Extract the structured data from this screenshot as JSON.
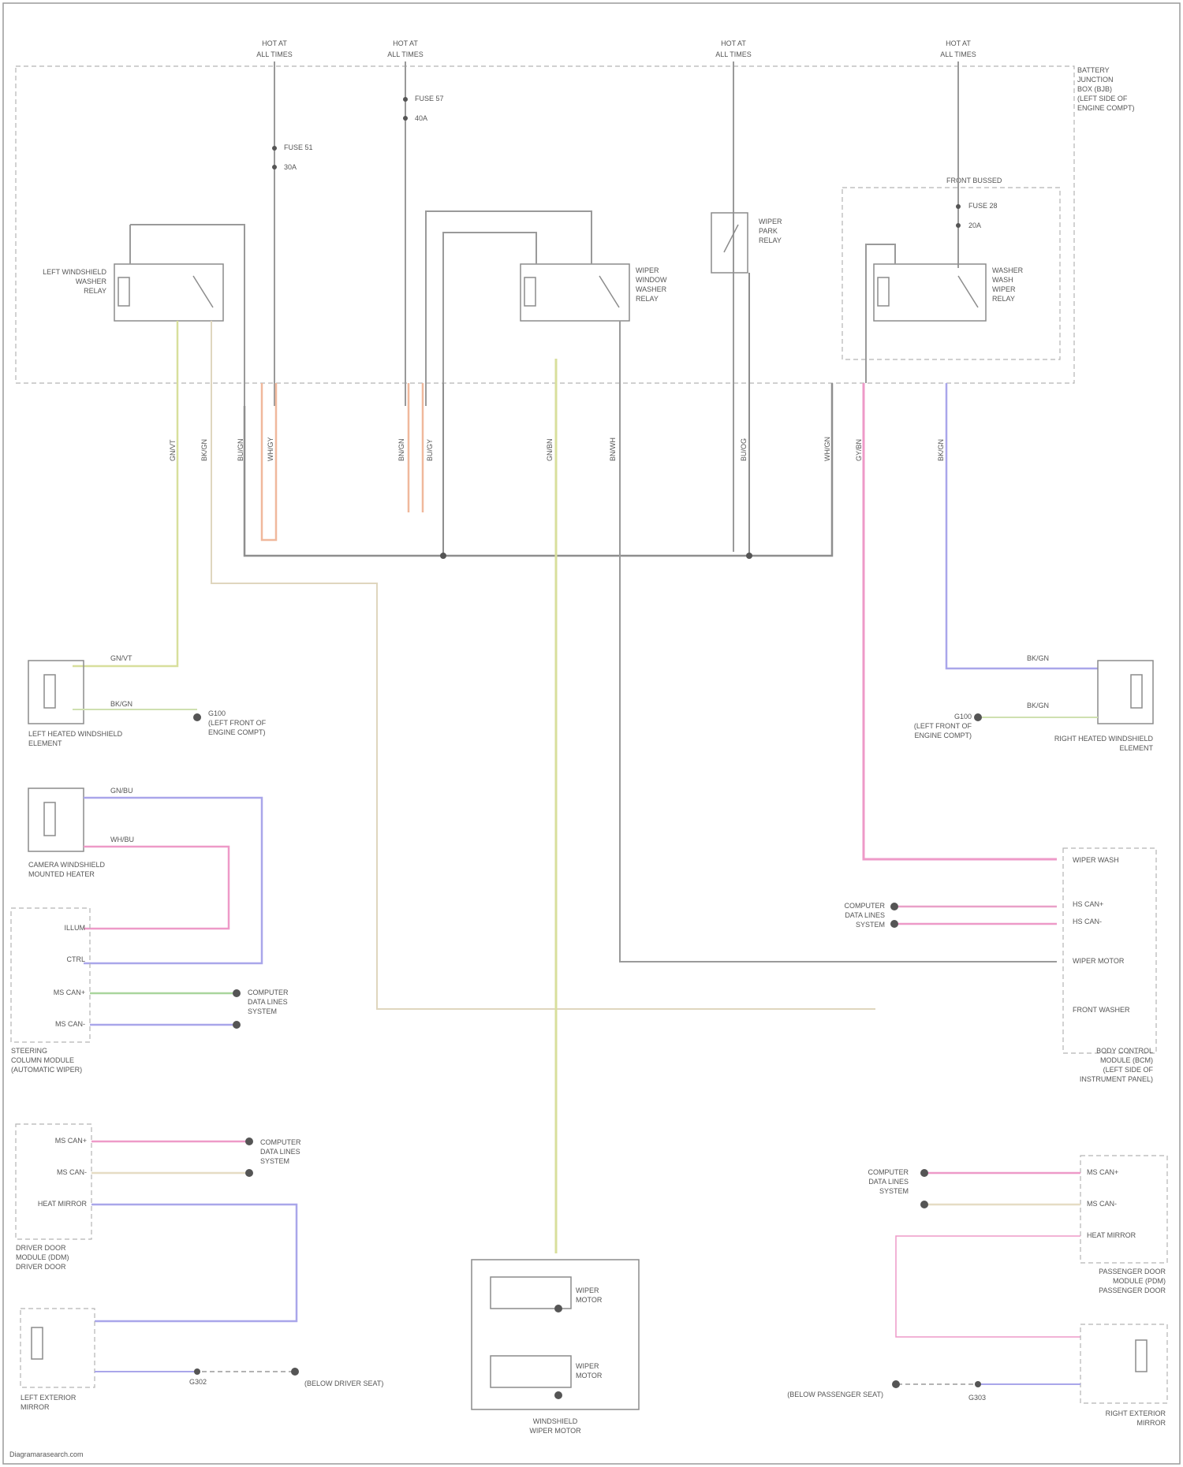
{
  "power_feeds": [
    {
      "line1": "HOT AT",
      "line2": "ALL TIMES"
    },
    {
      "line1": "HOT AT",
      "line2": "ALL TIMES"
    },
    {
      "line1": "HOT AT",
      "line2": "ALL TIMES"
    },
    {
      "line1": "HOT AT",
      "line2": "ALL TIMES"
    }
  ],
  "fuses": {
    "fuse_a": {
      "name": "FUSE 51",
      "rating": "30A"
    },
    "fuse_b": {
      "name": "FUSE 57",
      "rating": "40A"
    },
    "fuse_c": {
      "name": "FUSE 28",
      "rating": "20A"
    }
  },
  "junction_box": {
    "line1": "BATTERY",
    "line2": "JUNCTION",
    "line3": "BOX (BJB)",
    "line4": "(LEFT SIDE OF",
    "line5": "ENGINE COMPT)"
  },
  "fuse_box_label": "FRONT BUSSED",
  "relays": {
    "left_washer_heater": {
      "line1": "LEFT WINDSHIELD",
      "line2": "WASHER",
      "line3": "RELAY"
    },
    "wiper_wash": {
      "line1": "WIPER",
      "line2": "WINDOW",
      "line3": "WASHER",
      "line4": "RELAY"
    },
    "wiper_park": {
      "line1": "WIPER",
      "line2": "PARK",
      "line3": "RELAY"
    },
    "right_washer": {
      "line1": "WASHER",
      "line2": "WASH",
      "line3": "WIPER",
      "line4": "RELAY"
    }
  },
  "ground_labels": {
    "g1": {
      "line1": "G100",
      "line2": "(LEFT FRONT OF",
      "line3": "ENGINE COMPT)"
    },
    "g2": {
      "line1": "G100",
      "line2": "(LEFT FRONT OF",
      "line3": "ENGINE COMPT)"
    },
    "g3": "G302",
    "g4": "G303",
    "g5": "(BELOW DRIVER SEAT)",
    "g6": "(BELOW PASSENGER SEAT)"
  },
  "components": {
    "left_nozzle": {
      "line1": "LEFT HEATED WINDSHIELD",
      "line2": "ELEMENT"
    },
    "right_nozzle": {
      "line1": "RIGHT HEATED WINDSHIELD",
      "line2": "ELEMENT"
    },
    "camera_heater": {
      "line1": "CAMERA WINDSHIELD",
      "line2": "MOUNTED HEATER"
    },
    "left_module": {
      "line1": "STEERING",
      "line2": "COLUMN MODULE",
      "line3": "(AUTOMATIC WIPER)"
    },
    "driver_module": {
      "line1": "DRIVER DOOR",
      "line2": "MODULE (DDM)",
      "line3": "DRIVER DOOR"
    },
    "left_sensor": {
      "line1": "LEFT EXTERIOR",
      "line2": "MIRROR"
    },
    "center_motor": {
      "line1": "WINDSHIELD",
      "line2": "WIPER MOTOR"
    },
    "motor_upper": {
      "line1": "WIPER",
      "line2": "MOTOR"
    },
    "motor_lower": {
      "line1": "WIPER",
      "line2": "MOTOR"
    },
    "right_module": {
      "line1": "BODY CONTROL",
      "line2": "MODULE (BCM)",
      "line3": "(LEFT SIDE OF",
      "line4": "INSTRUMENT PANEL)"
    },
    "passenger_module": {
      "line1": "PASSENGER DOOR",
      "line2": "MODULE (PDM)",
      "line3": "PASSENGER DOOR"
    },
    "right_sensor": {
      "line1": "RIGHT EXTERIOR",
      "line2": "MIRROR"
    }
  },
  "data_lines": {
    "left_can": {
      "line1": "COMPUTER",
      "line2": "DATA LINES",
      "line3": "SYSTEM"
    },
    "left_can2": {
      "line1": "COMPUTER",
      "line2": "DATA LINES",
      "line3": "SYSTEM"
    },
    "right_can": {
      "line1": "COMPUTER",
      "line2": "DATA LINES",
      "line3": "SYSTEM"
    },
    "right_can2": {
      "line1": "COMPUTER",
      "line2": "DATA LINES",
      "line3": "SYSTEM"
    }
  },
  "pins": {
    "lm1": "ILLUM",
    "lm2": "CTRL",
    "lm3": "MS CAN+",
    "lm4": "MS CAN-",
    "dd1": "MS CAN+",
    "dd2": "MS CAN-",
    "dd3": "HEAT MIRROR",
    "rm1": "WIPER WASH",
    "rm2": "HS CAN+",
    "rm3": "HS CAN-",
    "rm4": "WIPER MOTOR",
    "rm5": "FRONT WASHER",
    "pd1": "MS CAN+",
    "pd2": "MS CAN-",
    "pd3": "HEAT MIRROR"
  },
  "wire_colors": {
    "w1": "GN/VT",
    "w2": "BK/GN",
    "w3": "BU/GN",
    "w4": "WH/GY",
    "w5": "BN/GN",
    "w6": "BU/GY",
    "w7": "GN/BN",
    "w8": "BN/WH",
    "w9": "BU/OG",
    "w10": "WH/GN",
    "w11": "GY/BN",
    "w12": "BK/GN",
    "w13": "GN/BU",
    "w14": "WH/BU"
  },
  "footer": "Diagramarasearch.com",
  "colors": {
    "yellow_green": "#d8df9c",
    "light_green": "#cfe0b0",
    "pink": "#ee9ac8",
    "hot_pink": "#e9a0c8",
    "blue": "#a9a6ea",
    "orange": "#f0b89c",
    "gray_wire": "#8e8e8e",
    "tan": "#e6dcc4",
    "green": "#a9d59c"
  }
}
